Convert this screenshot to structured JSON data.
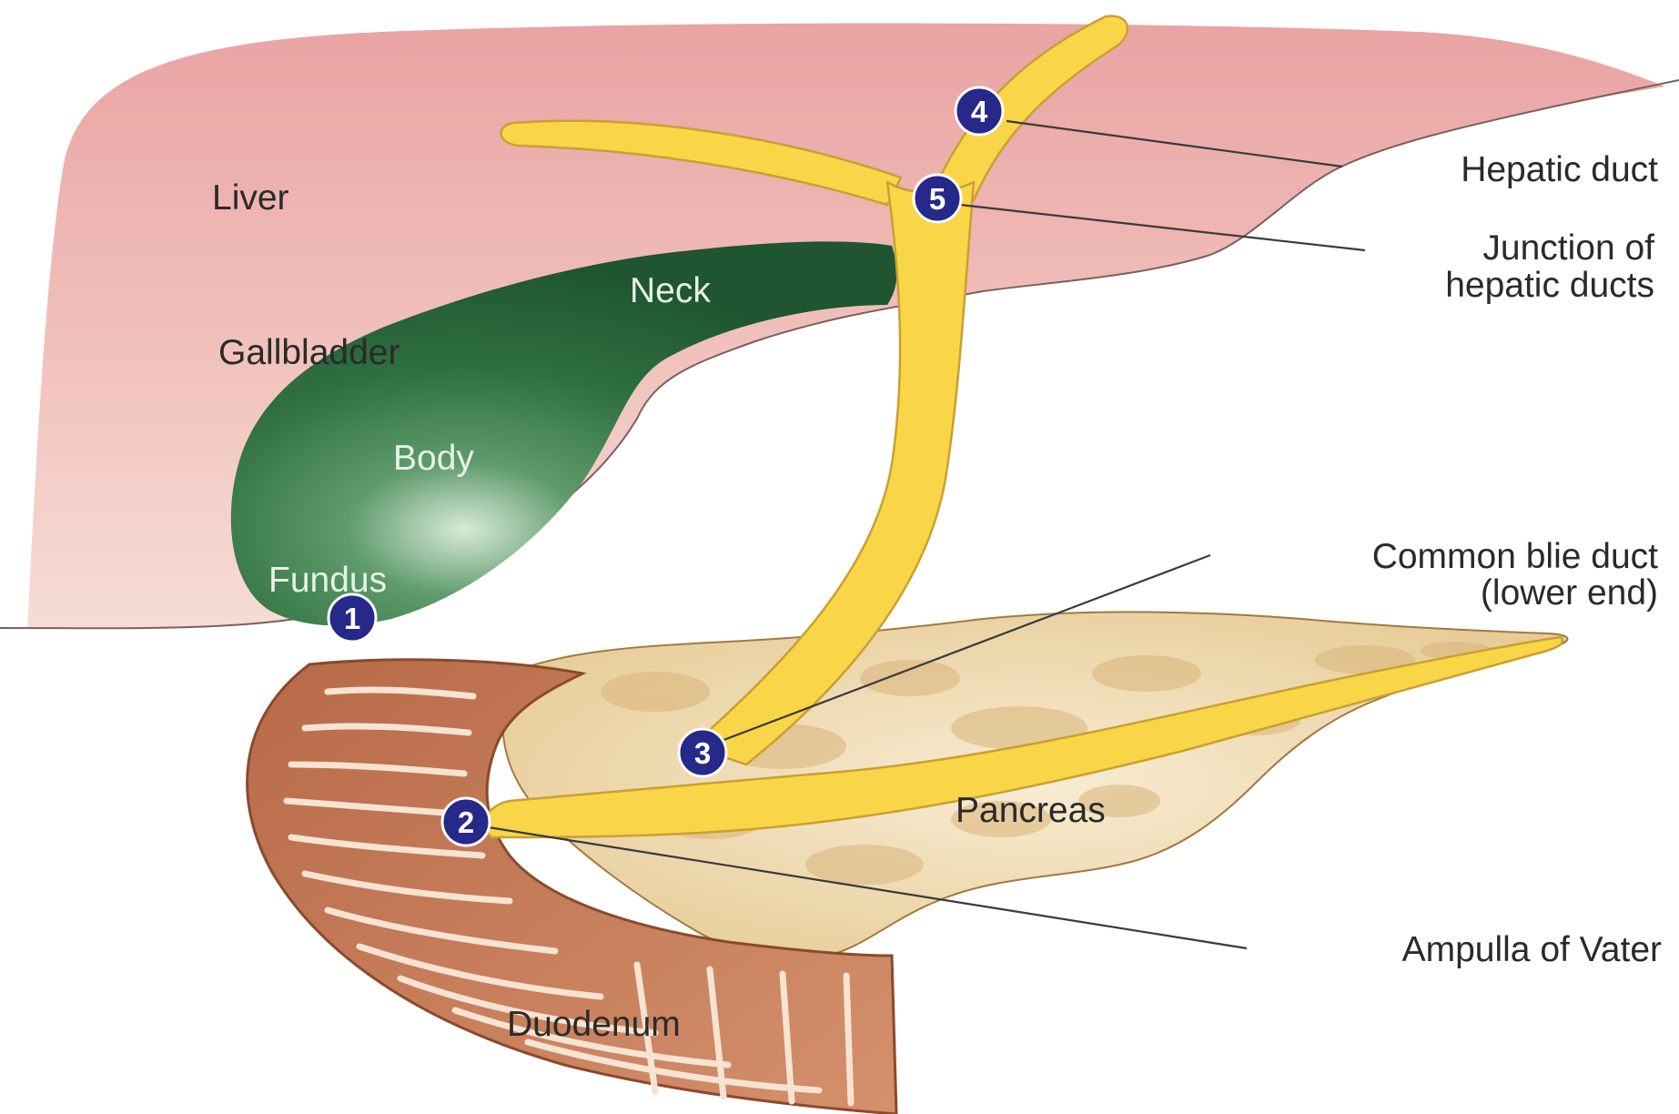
{
  "labels": {
    "liver": "Liver",
    "gallbladder": "Gallbladder",
    "neck": "Neck",
    "body": "Body",
    "fundus": "Fundus",
    "hepatic_duct": "Hepatic duct",
    "junction_line1": "Junction of",
    "junction_line2": "hepatic ducts",
    "common_line1": "Common blie duct",
    "common_line2": "(lower end)",
    "pancreas": "Pancreas",
    "ampulla": "Ampulla of Vater",
    "duodenum": "Duodenum"
  },
  "markers": {
    "m1": "1",
    "m2": "2",
    "m3": "3",
    "m4": "4",
    "m5": "5"
  },
  "colors": {
    "liver": "#e8a4a2",
    "gallbladder": "#2b6b3c",
    "bile_duct": "#f9d548",
    "pancreas": "#efd9ad",
    "duodenum": "#c67d5c",
    "marker": "#26288a"
  }
}
